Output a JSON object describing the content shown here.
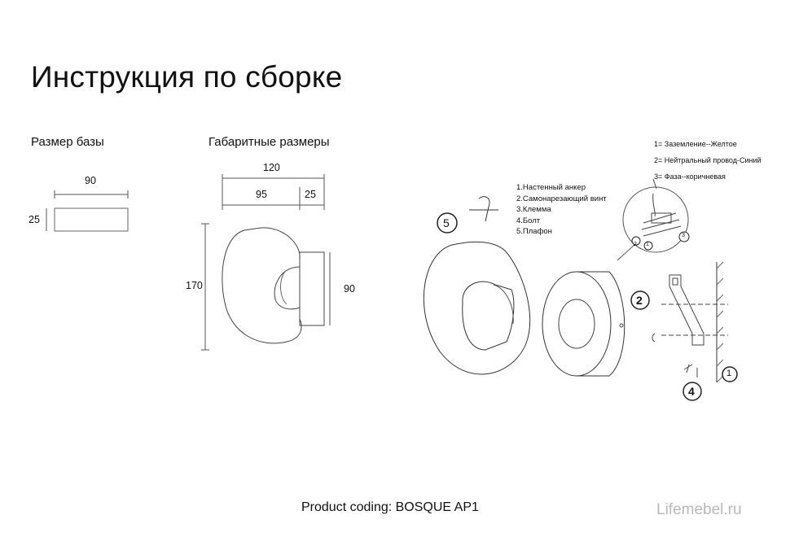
{
  "page": {
    "title": "Инструкция по сборке",
    "footer": "Product coding: BOSQUE AP1",
    "watermark": "Lifemebel.ru"
  },
  "base": {
    "heading": "Размер базы",
    "width": "90",
    "height": "25"
  },
  "overall": {
    "heading": "Габаритные размеры",
    "total_depth": "120",
    "shade_depth": "95",
    "base_depth": "25",
    "height": "170",
    "base_diameter": "90"
  },
  "parts_legend": [
    "1.Настенный анкер",
    "2.Самонарезающий винт",
    "3.Клемма",
    "4.Болт",
    "5.Плафон"
  ],
  "wiring_legend": [
    "1= Заземление--Желтое",
    "2= Нейтральный провод-Синий",
    "3= Фаза--коричневая"
  ],
  "callouts": {
    "shade": "5",
    "screw": "2",
    "bolt": "4",
    "anchor": "1",
    "detail_a": "2",
    "detail_b": "1",
    "detail_c": "3"
  }
}
